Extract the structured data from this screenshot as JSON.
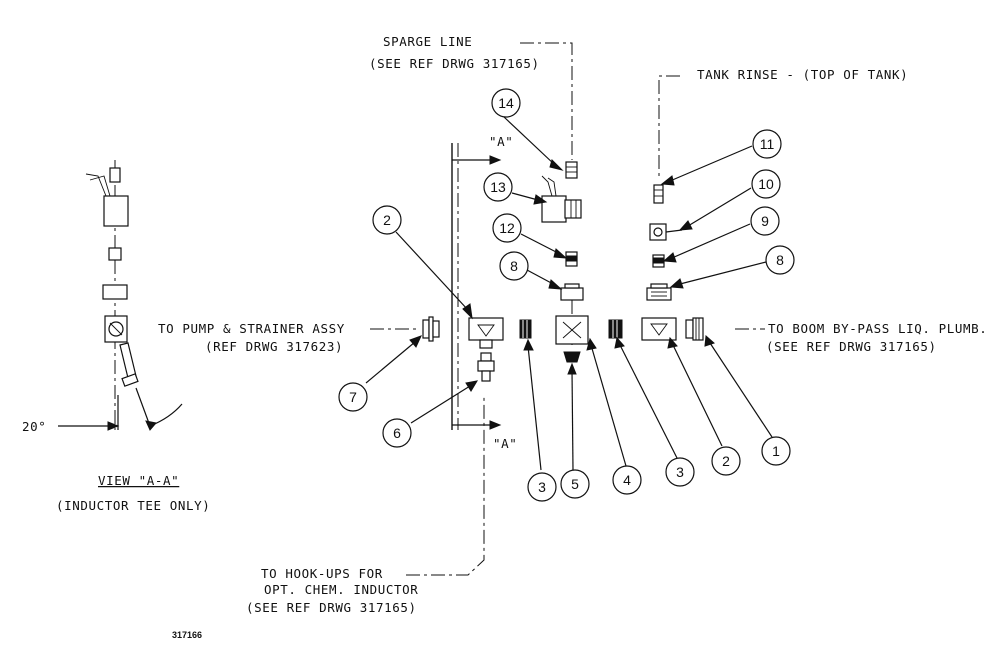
{
  "labels": {
    "sparge_line": "SPARGE LINE",
    "sparge_ref": "(SEE REF DRWG 317165)",
    "tank_rinse": "TANK RINSE - (TOP OF TANK)",
    "pump_line": "TO PUMP & STRAINER ASSY",
    "pump_ref": "(REF DRWG 317623)",
    "boom_line": "TO BOOM BY-PASS LIQ. PLUMB.",
    "boom_ref": "(SEE REF DRWG 317165)",
    "hookups_1": "TO HOOK-UPS FOR",
    "hookups_2": "OPT. CHEM. INDUCTOR",
    "hookups_ref": "(SEE REF DRWG 317165)",
    "section_a_top": "\"A\"",
    "section_a_bottom": "\"A\"",
    "angle": "20°",
    "view_title": "VIEW \"A-A\"",
    "view_note": "(INDUCTOR TEE ONLY)",
    "drawing_number": "317166"
  },
  "balloons": [
    "14",
    "13",
    "12",
    "11",
    "10",
    "9",
    "8",
    "8",
    "2",
    "7",
    "6",
    "3",
    "5",
    "4",
    "3",
    "2",
    "1"
  ]
}
